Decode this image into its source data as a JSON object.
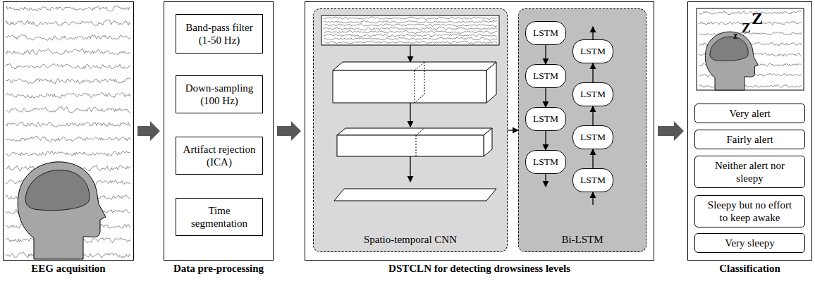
{
  "diagram": {
    "nodes": [
      {
        "text": [
          "EEG acquisition"
        ]
      },
      {
        "text": [
          "Data pre-processing"
        ]
      },
      {
        "text": [
          "Band-pass filter (1-50 Hz)"
        ],
        "in": 1
      },
      {
        "text": [
          "Down-sampling (100 Hz)"
        ],
        "in": 1
      },
      {
        "text": [
          "Artifact rejection (ICA)"
        ],
        "in": 1
      },
      {
        "text": [
          "Time segmentation"
        ],
        "in": 1
      },
      {
        "text": [
          "DSTCLN for detecting drowsiness levels"
        ]
      },
      {
        "text": [
          "Spatio-temporal CNN"
        ],
        "in": 6
      },
      {
        "text": [
          "Bi-LSTM"
        ],
        "in": 6
      },
      {
        "text": [
          "LSTM"
        ],
        "in": 8
      },
      {
        "text": [
          "LSTM"
        ],
        "in": 8
      },
      {
        "text": [
          "LSTM"
        ],
        "in": 8
      },
      {
        "text": [
          "LSTM"
        ],
        "in": 8
      },
      {
        "text": [
          "LSTM"
        ],
        "in": 8
      },
      {
        "text": [
          "LSTM"
        ],
        "in": 8
      },
      {
        "text": [
          "LSTM"
        ],
        "in": 8
      },
      {
        "text": [
          "LSTM"
        ],
        "in": 8
      },
      {
        "text": [
          "Classification"
        ]
      },
      {
        "text": [
          "Very alert"
        ],
        "in": 17
      },
      {
        "text": [
          "Fairly alert"
        ],
        "in": 17
      },
      {
        "text": [
          "Neither alert nor sleepy"
        ],
        "in": 17
      },
      {
        "text": [
          "Sleepy but no effort to keep awake"
        ],
        "in": 17
      },
      {
        "text": [
          "Very sleepy"
        ],
        "in": 17
      }
    ],
    "edges": [
      {
        "from": 0,
        "to": 1,
        "arrow": "to"
      },
      {
        "from": 1,
        "to": 6,
        "arrow": "to"
      },
      {
        "from": 6,
        "to": 17,
        "arrow": "to"
      },
      {
        "from": 7,
        "to": 8,
        "arrow": "to"
      },
      {
        "from": 9,
        "to": 10,
        "arrow": "to"
      },
      {
        "from": 10,
        "to": 11,
        "arrow": "to"
      },
      {
        "from": 11,
        "to": 12,
        "arrow": "to"
      },
      {
        "from": 16,
        "to": 15,
        "arrow": "to"
      },
      {
        "from": 15,
        "to": 14,
        "arrow": "to"
      },
      {
        "from": 14,
        "to": 13,
        "arrow": "to"
      }
    ],
    "labels": [
      "z",
      "Z",
      "Z"
    ]
  }
}
